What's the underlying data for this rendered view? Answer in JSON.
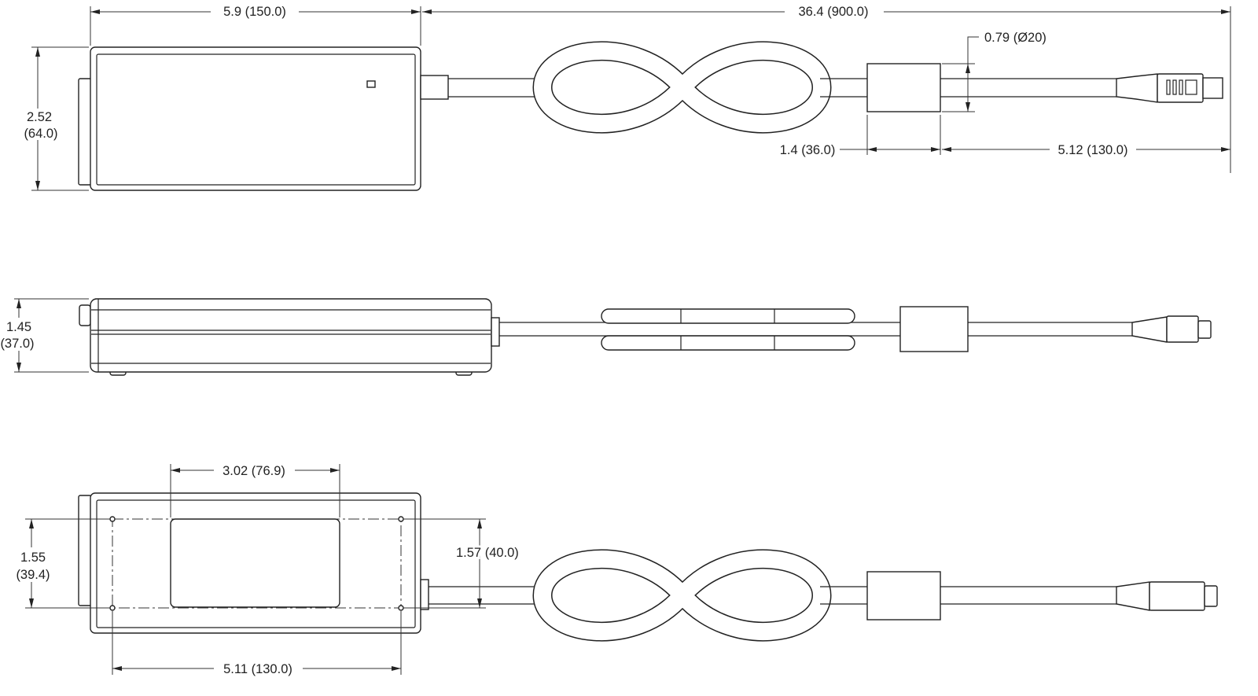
{
  "top_view": {
    "length_dim": "5.9 (150.0)",
    "total_cable_dim": "36.4 (900.0)",
    "width_dim_in": "2.52",
    "width_dim_mm": "(64.0)",
    "ferrite_diameter_dim": "0.79 (Ø20)",
    "ferrite_length_dim": "1.4 (36.0)",
    "ferrite_to_plug_dim": "5.12 (130.0)"
  },
  "side_view": {
    "height_dim_in": "1.45",
    "height_dim_mm": "(37.0)"
  },
  "bottom_view": {
    "label_width_dim": "3.02 (76.9)",
    "hole_spacing_y_in": "1.55",
    "hole_spacing_y_mm": "(39.4)",
    "hole_spacing_y_alt": "1.57 (40.0)",
    "hole_spacing_x_dim": "5.11 (130.0)"
  }
}
